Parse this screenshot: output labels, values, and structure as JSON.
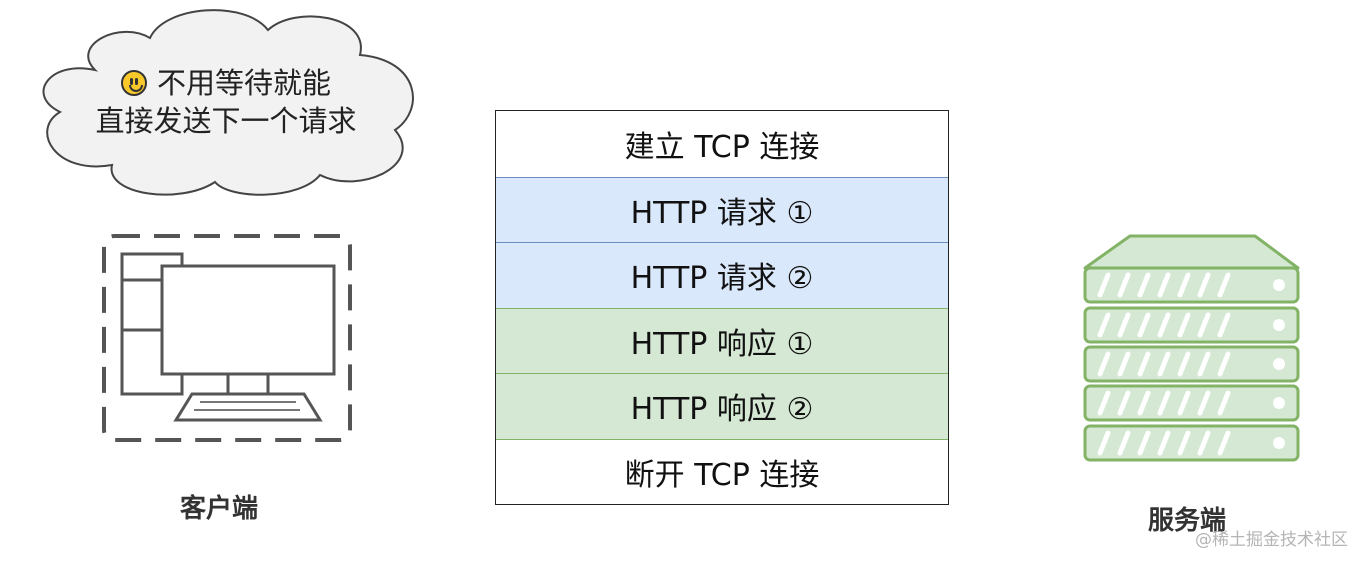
{
  "cloud": {
    "line1": "不用等待就能",
    "line2": "直接发送下一个请求",
    "emoji_icon": "smiley-face-icon"
  },
  "client": {
    "label": "客户端",
    "icon": "desktop-computer-icon"
  },
  "server": {
    "label": "服务端",
    "icon": "server-rack-icon"
  },
  "timeline": [
    {
      "text": "建立 TCP 连接",
      "kind": "plain"
    },
    {
      "text": "HTTP 请求 ①",
      "kind": "request"
    },
    {
      "text": "HTTP 请求 ②",
      "kind": "request"
    },
    {
      "text": "HTTP 响应 ①",
      "kind": "response"
    },
    {
      "text": "HTTP 响应 ②",
      "kind": "response"
    },
    {
      "text": "断开 TCP 连接",
      "kind": "plain"
    }
  ],
  "colors": {
    "request_fill": "#dae8fc",
    "request_stroke": "#6c8ebf",
    "response_fill": "#d5e8d4",
    "response_stroke": "#82b366",
    "server_green": "#82b366",
    "cloud_fill": "#f2f2f2"
  },
  "watermark": "@稀土掘金技术社区"
}
